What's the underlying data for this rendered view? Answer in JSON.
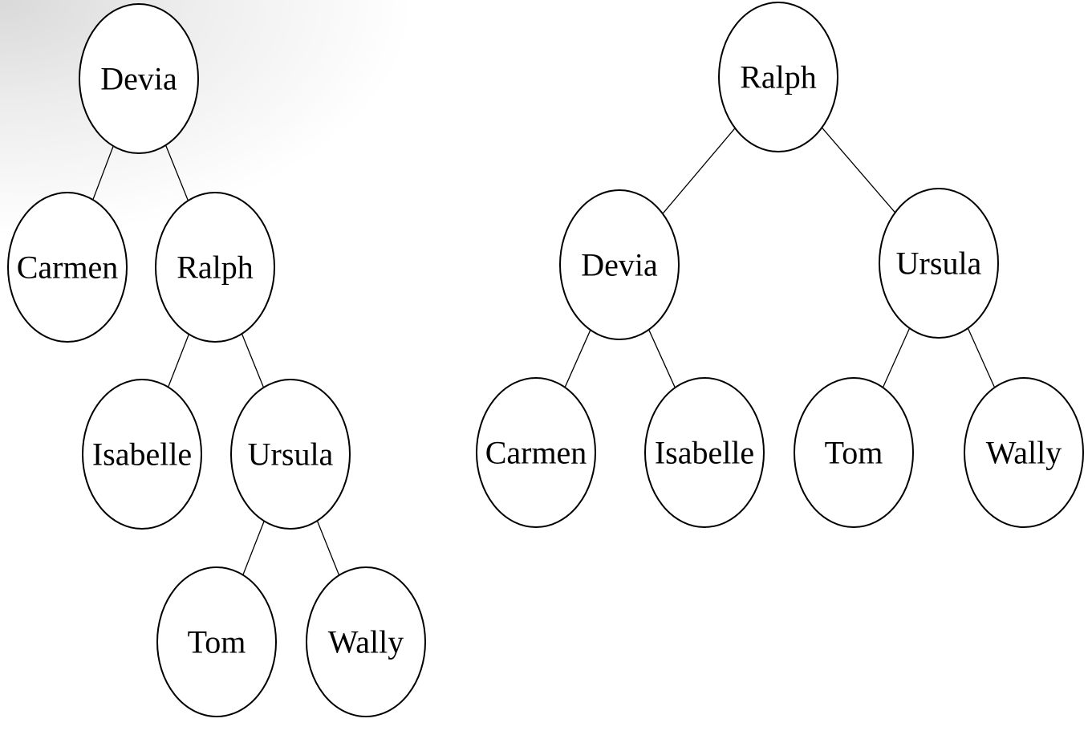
{
  "colors": {
    "stroke": "#000000",
    "node_fill": "#ffffff",
    "text": "#000000"
  },
  "trees": [
    {
      "name": "unbalanced-tree",
      "nodes": [
        {
          "id": "L-devia",
          "label": "Devia"
        },
        {
          "id": "L-carmen",
          "label": "Carmen"
        },
        {
          "id": "L-ralph",
          "label": "Ralph"
        },
        {
          "id": "L-isabelle",
          "label": "Isabelle"
        },
        {
          "id": "L-ursula",
          "label": "Ursula"
        },
        {
          "id": "L-tom",
          "label": "Tom"
        },
        {
          "id": "L-wally",
          "label": "Wally"
        }
      ],
      "edges": [
        [
          "L-devia",
          "L-carmen"
        ],
        [
          "L-devia",
          "L-ralph"
        ],
        [
          "L-ralph",
          "L-isabelle"
        ],
        [
          "L-ralph",
          "L-ursula"
        ],
        [
          "L-ursula",
          "L-tom"
        ],
        [
          "L-ursula",
          "L-wally"
        ]
      ]
    },
    {
      "name": "balanced-tree",
      "nodes": [
        {
          "id": "R-ralph",
          "label": "Ralph"
        },
        {
          "id": "R-devia",
          "label": "Devia"
        },
        {
          "id": "R-ursula",
          "label": "Ursula"
        },
        {
          "id": "R-carmen",
          "label": "Carmen"
        },
        {
          "id": "R-isabelle",
          "label": "Isabelle"
        },
        {
          "id": "R-tom",
          "label": "Tom"
        },
        {
          "id": "R-wally",
          "label": "Wally"
        }
      ],
      "edges": [
        [
          "R-ralph",
          "R-devia"
        ],
        [
          "R-ralph",
          "R-ursula"
        ],
        [
          "R-devia",
          "R-carmen"
        ],
        [
          "R-devia",
          "R-isabelle"
        ],
        [
          "R-ursula",
          "R-tom"
        ],
        [
          "R-ursula",
          "R-wally"
        ]
      ]
    }
  ]
}
